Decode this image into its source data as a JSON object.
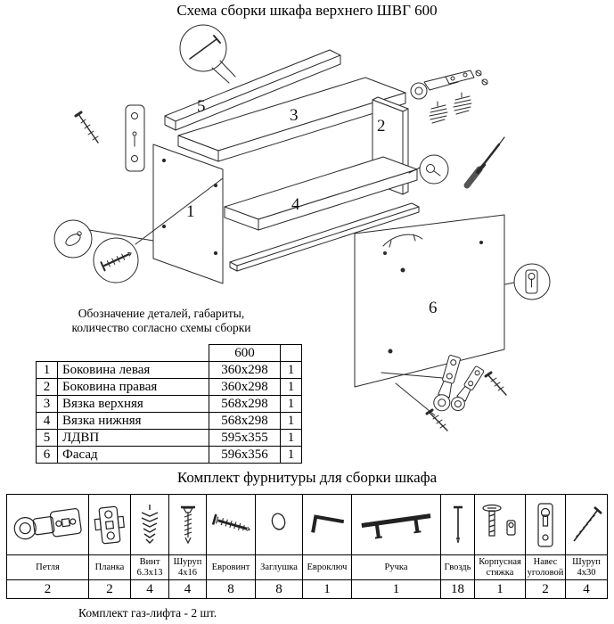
{
  "page": {
    "title": "Схема сборки шкафа верхнего ШВГ 600",
    "note_line1": "Обозначение деталей, габариты,",
    "note_line2": "количество согласно схемы сборки",
    "hardware_title": "Комплект фурнитуры для сборки шкафа",
    "footer_note": "Комплект газ-лифта - 2 шт."
  },
  "diagram": {
    "labels": {
      "p1": "1",
      "p2": "2",
      "p3": "3",
      "p4": "4",
      "p5": "5",
      "p6": "6"
    }
  },
  "parts_table": {
    "size_header": "600",
    "rows": [
      {
        "num": "1",
        "name": "Боковина левая",
        "size": "360x298",
        "qty": "1"
      },
      {
        "num": "2",
        "name": "Боковина правая",
        "size": "360x298",
        "qty": "1"
      },
      {
        "num": "3",
        "name": "Вязка верхняя",
        "size": "568x298",
        "qty": "1"
      },
      {
        "num": "4",
        "name": "Вязка нижняя",
        "size": "568x298",
        "qty": "1"
      },
      {
        "num": "5",
        "name": "ЛДВП",
        "size": "595x355",
        "qty": "1"
      },
      {
        "num": "6",
        "name": "Фасад",
        "size": "596x356",
        "qty": "1"
      }
    ]
  },
  "hardware": {
    "items": [
      {
        "name": "Петля",
        "qty": "2",
        "icon": "hinge-icon"
      },
      {
        "name": "Планка",
        "qty": "2",
        "icon": "plate-icon"
      },
      {
        "name": "Винт 6.3x13",
        "qty": "4",
        "icon": "euro-dowel-icon"
      },
      {
        "name": "Шуруп 4x16",
        "qty": "4",
        "icon": "short-screw-icon"
      },
      {
        "name": "Евровинт",
        "qty": "8",
        "icon": "confirmat-icon"
      },
      {
        "name": "Заглушка",
        "qty": "8",
        "icon": "cap-icon"
      },
      {
        "name": "Евроключ",
        "qty": "1",
        "icon": "hex-key-icon"
      },
      {
        "name": "Ручка",
        "qty": "1",
        "icon": "handle-icon"
      },
      {
        "name": "Гвоздь",
        "qty": "18",
        "icon": "nail-icon"
      },
      {
        "name": "Корпусная стяжка",
        "qty": "1",
        "icon": "cam-bolt-icon"
      },
      {
        "name": "Навес уголовой",
        "qty": "2",
        "icon": "hanger-bracket-icon"
      },
      {
        "name": "Шуруп 4x30",
        "qty": "4",
        "icon": "long-screw-icon"
      }
    ]
  }
}
